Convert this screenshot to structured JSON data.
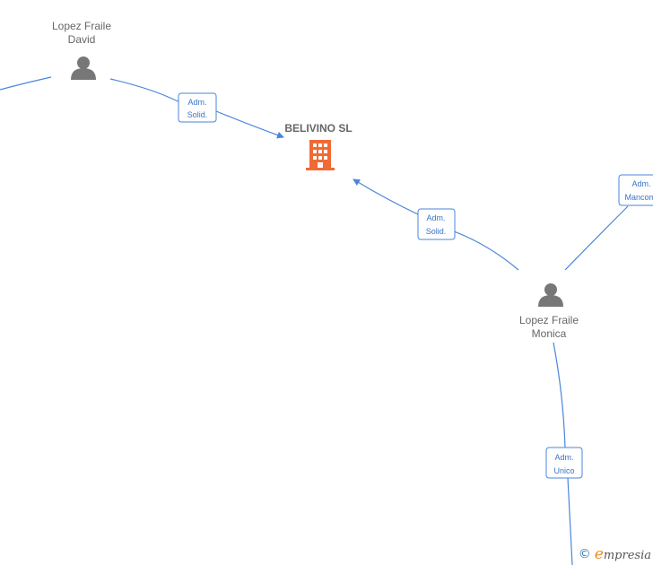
{
  "colors": {
    "edge": "#4a86d8",
    "company": "#f06a35",
    "person": "#777777",
    "text": "#666666"
  },
  "company": {
    "name": "BELIVINO SL",
    "icon": "building-icon"
  },
  "persons": [
    {
      "id": "david",
      "line1": "Lopez Fraile",
      "line2": "David",
      "icon": "person-icon"
    },
    {
      "id": "monica",
      "line1": "Lopez Fraile",
      "line2": "Monica",
      "icon": "person-icon"
    }
  ],
  "roles": [
    {
      "id": "david-company",
      "line1": "Adm.",
      "line2": "Solid."
    },
    {
      "id": "monica-company",
      "line1": "Adm.",
      "line2": "Solid."
    },
    {
      "id": "monica-offscreen-top",
      "line1": "Adm.",
      "line2": "Mancom."
    },
    {
      "id": "monica-offscreen-bottom",
      "line1": "Adm.",
      "line2": "Unico"
    }
  ],
  "watermark": {
    "copyright": "©",
    "brand_initial": "e",
    "brand_rest": "mpresia"
  }
}
